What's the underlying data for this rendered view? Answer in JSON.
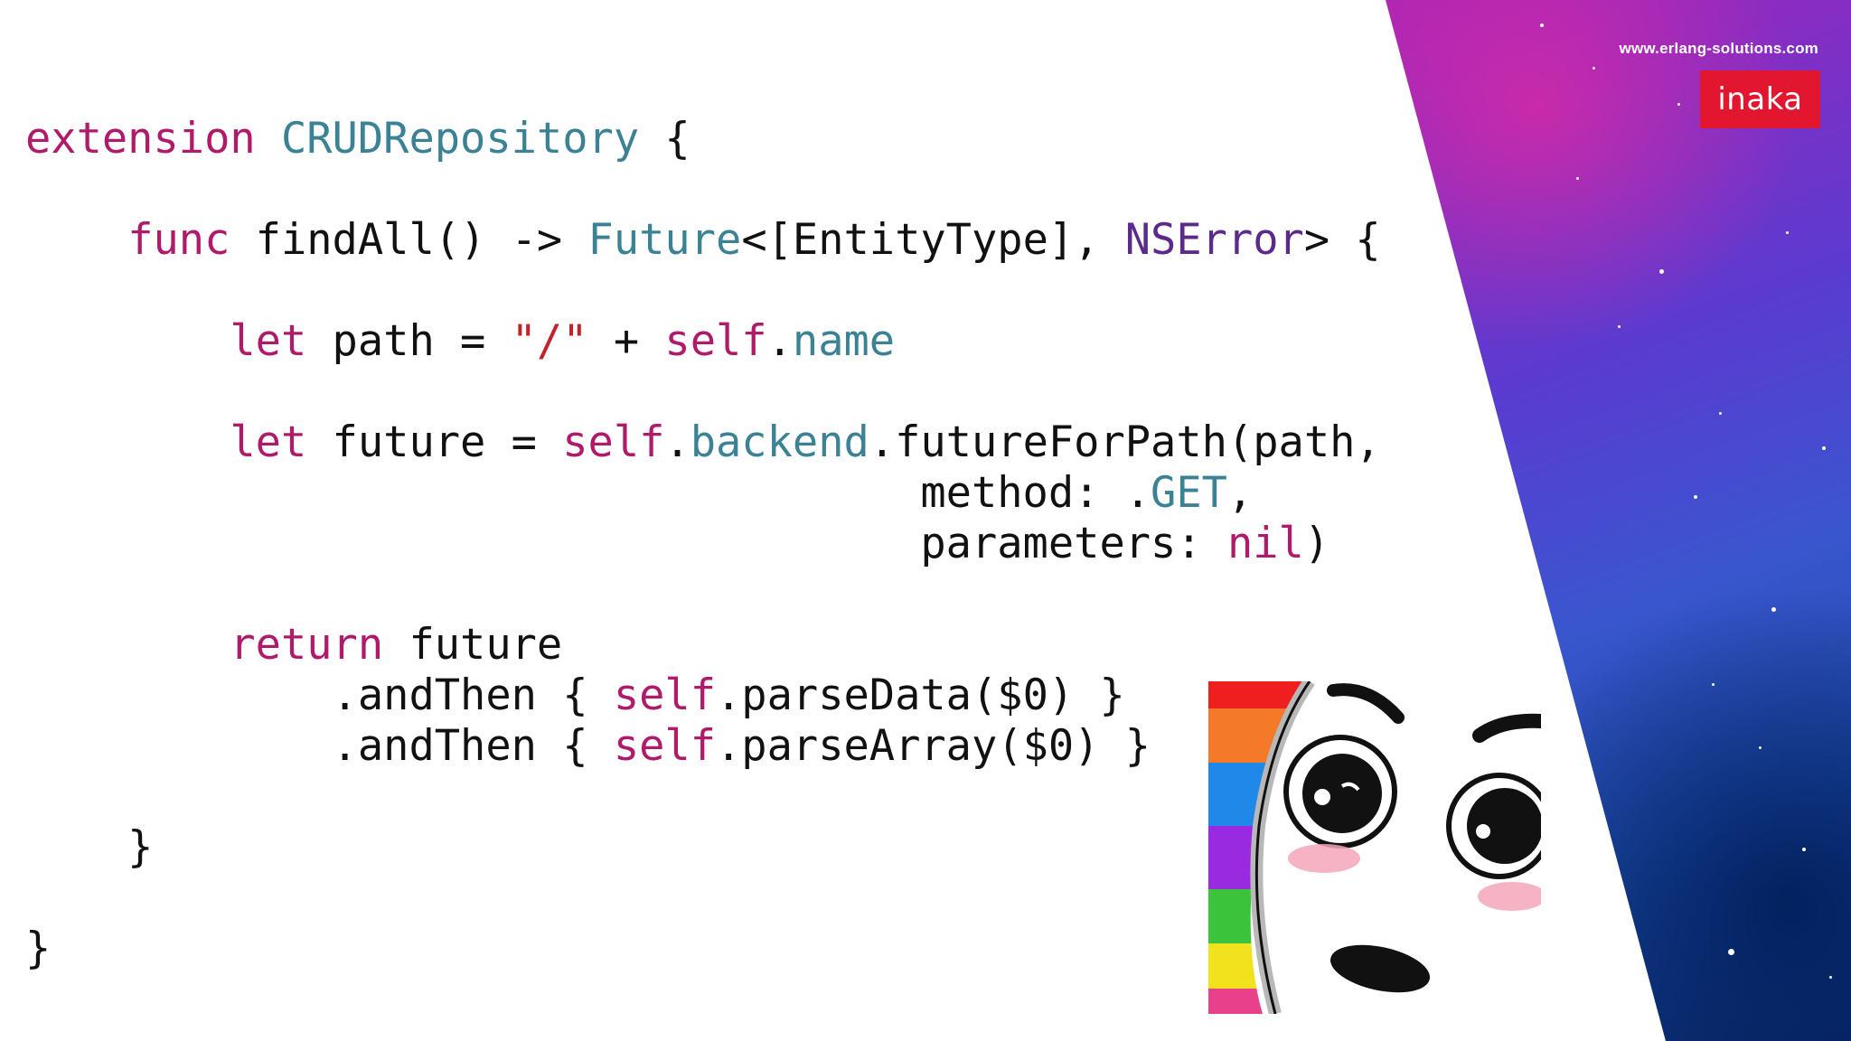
{
  "header": {
    "url": "www.erlang-solutions.com",
    "logo_text": "inaka"
  },
  "code": {
    "lines": [
      [
        {
          "t": "extension",
          "c": "kw"
        },
        {
          "t": " ",
          "c": "pl"
        },
        {
          "t": "CRUDRepository",
          "c": "ty"
        },
        {
          "t": " {",
          "c": "pl"
        }
      ],
      [
        {
          "t": "    ",
          "c": "pl"
        },
        {
          "t": "func",
          "c": "kw"
        },
        {
          "t": " findAll() -> ",
          "c": "pl"
        },
        {
          "t": "Future",
          "c": "ty"
        },
        {
          "t": "<[EntityType], ",
          "c": "pl"
        },
        {
          "t": "NSError",
          "c": "ty2"
        },
        {
          "t": "> {",
          "c": "pl"
        }
      ],
      [
        {
          "t": "        ",
          "c": "pl"
        },
        {
          "t": "let",
          "c": "kw"
        },
        {
          "t": " path = ",
          "c": "pl"
        },
        {
          "t": "\"/\"",
          "c": "st"
        },
        {
          "t": " + ",
          "c": "pl"
        },
        {
          "t": "self",
          "c": "kw"
        },
        {
          "t": ".",
          "c": "pl"
        },
        {
          "t": "name",
          "c": "ty"
        }
      ],
      [
        {
          "t": "        ",
          "c": "pl"
        },
        {
          "t": "let",
          "c": "kw"
        },
        {
          "t": " future = ",
          "c": "pl"
        },
        {
          "t": "self",
          "c": "kw"
        },
        {
          "t": ".",
          "c": "pl"
        },
        {
          "t": "backend",
          "c": "ty"
        },
        {
          "t": ".futureForPath(path,",
          "c": "pl"
        }
      ],
      [
        {
          "t": "                                   method: .",
          "c": "pl"
        },
        {
          "t": "GET",
          "c": "ty"
        },
        {
          "t": ",",
          "c": "pl"
        }
      ],
      [
        {
          "t": "                                   parameters: ",
          "c": "pl"
        },
        {
          "t": "nil",
          "c": "kw"
        },
        {
          "t": ")",
          "c": "pl"
        }
      ],
      [
        {
          "t": "        ",
          "c": "pl"
        },
        {
          "t": "return",
          "c": "kw"
        },
        {
          "t": " future",
          "c": "pl"
        }
      ],
      [
        {
          "t": "            .andThen { ",
          "c": "pl"
        },
        {
          "t": "self",
          "c": "kw"
        },
        {
          "t": ".parseData($0) }",
          "c": "pl"
        }
      ],
      [
        {
          "t": "            .andThen { ",
          "c": "pl"
        },
        {
          "t": "self",
          "c": "kw"
        },
        {
          "t": ".parseArray($0) }",
          "c": "pl"
        }
      ],
      [
        {
          "t": "    }",
          "c": "pl"
        }
      ],
      [
        {
          "t": "}",
          "c": "pl"
        }
      ]
    ]
  },
  "colors": {
    "keyword": "#b01a6a",
    "type": "#3a8294",
    "nserror": "#5b2a8a",
    "string": "#c4222a",
    "brand_red": "#e2162e"
  }
}
